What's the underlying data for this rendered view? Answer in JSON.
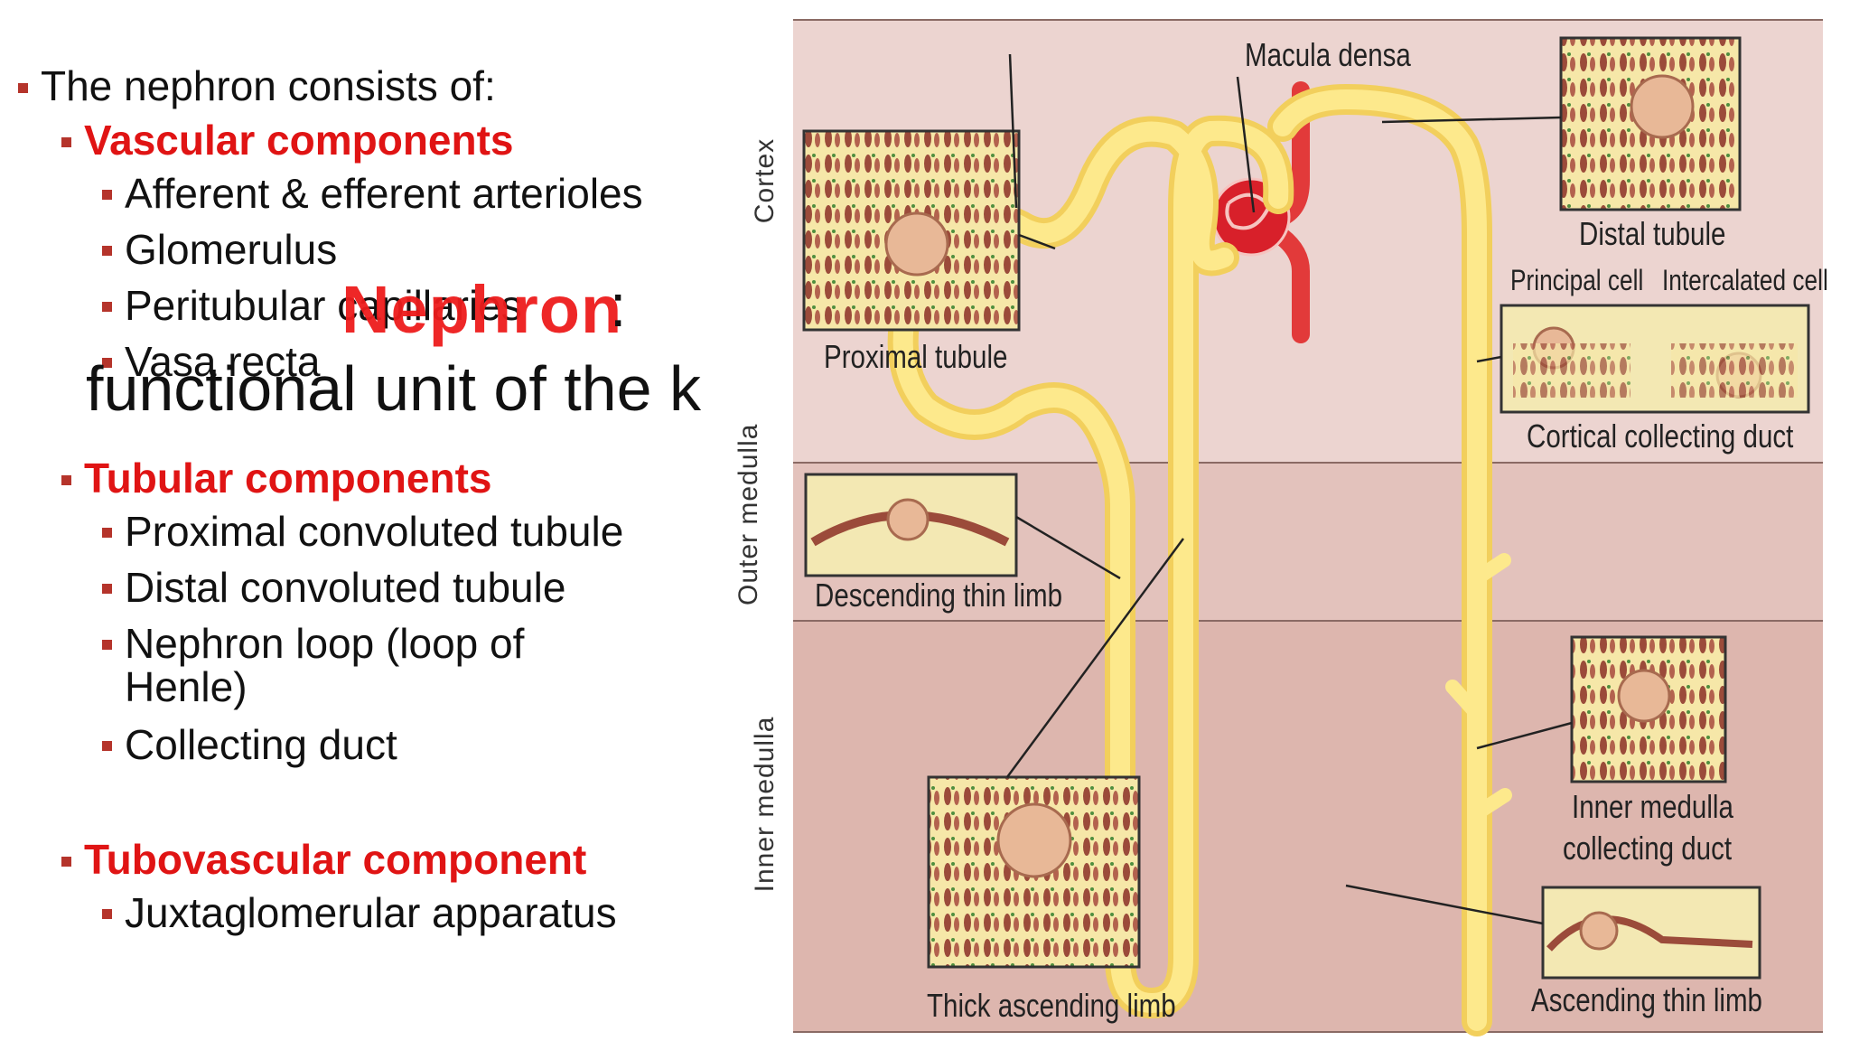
{
  "bullets": {
    "intro": "The nephron consists of:",
    "vascular": {
      "heading": "Vascular components",
      "items": [
        "Afferent & efferent arterioles",
        "Glomerulus",
        "Peritubular capillaries",
        "Vasa recta"
      ]
    },
    "tubular": {
      "heading": "Tubular components",
      "items": [
        "Proximal convoluted tubule",
        "Distal convoluted tubule",
        "Nephron loop (loop of",
        "Henle)",
        "Collecting duct"
      ]
    },
    "tubovascular": {
      "heading": "Tubovascular component",
      "items": [
        "Juxtaglomerular apparatus"
      ]
    }
  },
  "overlay": {
    "title": "Nephron",
    "colon": ":",
    "subtitle": "functional unit of the k"
  },
  "diagram": {
    "zones": [
      "Cortex",
      "Outer medulla",
      "Inner medulla"
    ],
    "labels": {
      "macula_densa": "Macula densa",
      "distal_tubule": "Distal tubule",
      "proximal_tubule": "Proximal tubule",
      "principal_cell": "Principal cell",
      "intercalated_cell": "Intercalated cell",
      "cortical_collecting_duct": "Cortical collecting duct",
      "descending_thin_limb": "Descending thin limb",
      "inner_medulla_collecting_duct_1": "Inner medulla",
      "inner_medulla_collecting_duct_2": "collecting duct",
      "thick_ascending_limb": "Thick ascending limb",
      "ascending_thin_limb": "Ascending thin limb"
    },
    "colors": {
      "cortex_bg": "#ecd4d0",
      "outer_medulla_bg": "#e3c2bc",
      "inner_medulla_bg": "#ddb6ae",
      "tubule": "#fbe27e",
      "vessel": "#e23a3a",
      "bullet": "#b5342b",
      "heading_red": "#e01414"
    }
  }
}
